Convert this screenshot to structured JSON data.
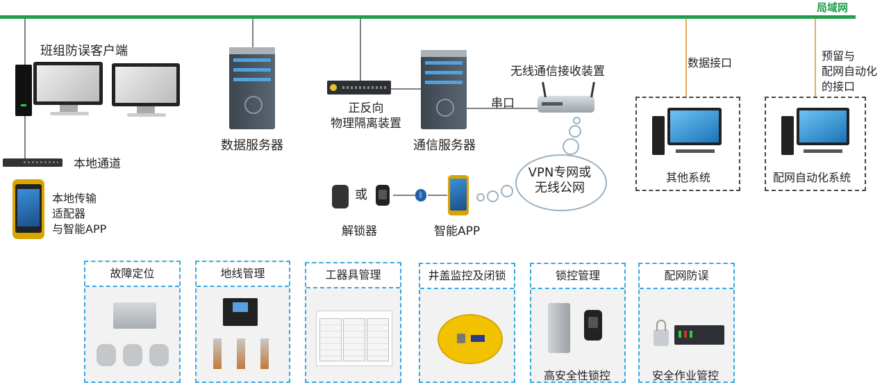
{
  "network": {
    "label": "局域网"
  },
  "left": {
    "client_label": "班组防误客户端",
    "local_channel_label": "本地通道",
    "adapter_label": "本地传输\n适配器\n与智能APP"
  },
  "center": {
    "data_server_label": "数据服务器",
    "isolation_label": "正反向\n物理隔离装置",
    "comm_server_label": "通信服务器",
    "serial_label": "串口",
    "wireless_receiver_label": "无线通信接收装置",
    "vpn_label": "VPN专网或\n无线公网",
    "or_label": "或",
    "unlocker_label": "解锁器",
    "smart_app_label": "智能APP"
  },
  "right": {
    "data_interface_label": "数据接口",
    "other_system_label": "其他系统",
    "reserved_interface_label": "预留与\n配网自动化\n的接口",
    "dist_auto_label": "配网自动化系统"
  },
  "modules": [
    {
      "title": "故障定位",
      "caption": ""
    },
    {
      "title": "地线管理",
      "caption": ""
    },
    {
      "title": "工器具管理",
      "caption": ""
    },
    {
      "title": "井盖监控及闭锁",
      "caption": ""
    },
    {
      "title": "锁控管理",
      "caption": "高安全性锁控"
    },
    {
      "title": "配网防误",
      "caption": "安全作业管控"
    }
  ],
  "colors": {
    "network_line": "#1e9e4a",
    "module_border": "#33a9e0",
    "link_line": "#e8a857"
  }
}
